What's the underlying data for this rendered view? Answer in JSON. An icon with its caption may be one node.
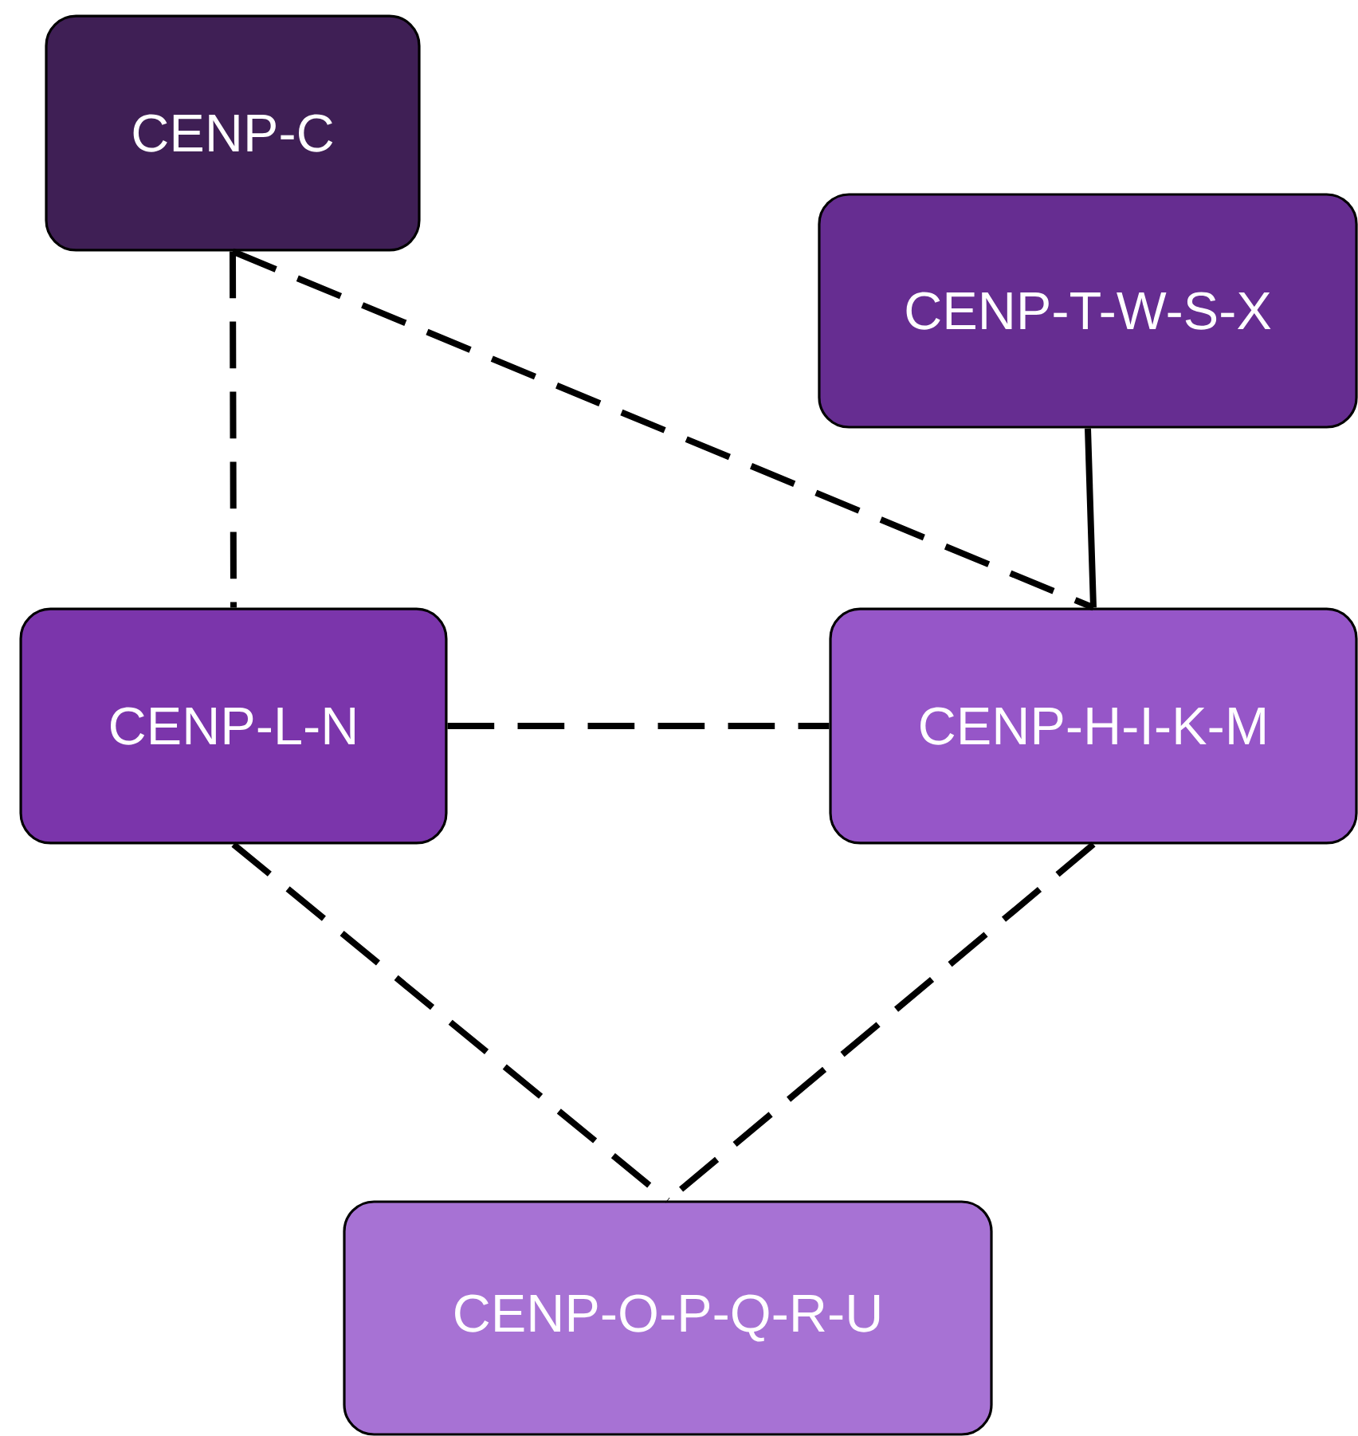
{
  "diagram": {
    "nodes": [
      {
        "text": [
          "CENP-C"
        ]
      },
      {
        "text": [
          "CENP-T-W-S-X"
        ]
      },
      {
        "text": [
          "CENP-L-N"
        ]
      },
      {
        "text": [
          "CENP-H-I-K-M"
        ]
      },
      {
        "text": [
          "CENP-O-P-Q-R-U"
        ]
      }
    ],
    "edges": [
      {
        "from": 0,
        "to": 2,
        "arrow": "none",
        "style": "dashed"
      },
      {
        "from": 0,
        "to": 3,
        "arrow": "none",
        "style": "dashed"
      },
      {
        "from": 1,
        "to": 3,
        "arrow": "none"
      },
      {
        "from": 2,
        "to": 3,
        "arrow": "none",
        "style": "dashed"
      },
      {
        "from": 2,
        "to": 4,
        "arrow": "none",
        "style": "dashed"
      },
      {
        "from": 3,
        "to": 4,
        "arrow": "none",
        "style": "dashed"
      }
    ]
  }
}
